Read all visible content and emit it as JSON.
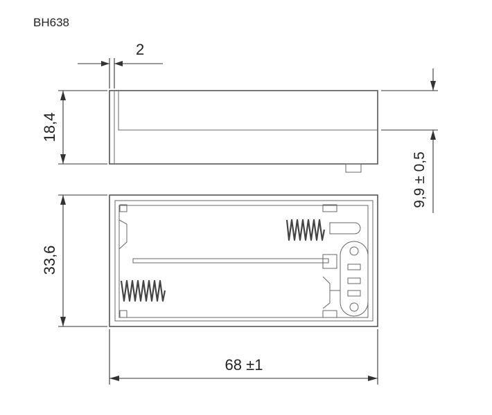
{
  "drawing": {
    "part_number": "BH638",
    "dimensions": {
      "wall_thickness": "2",
      "side_height": "18,4",
      "depth": "33,6",
      "length": "68 ±1",
      "cavity_height": "9,9 ± 0,5"
    }
  }
}
